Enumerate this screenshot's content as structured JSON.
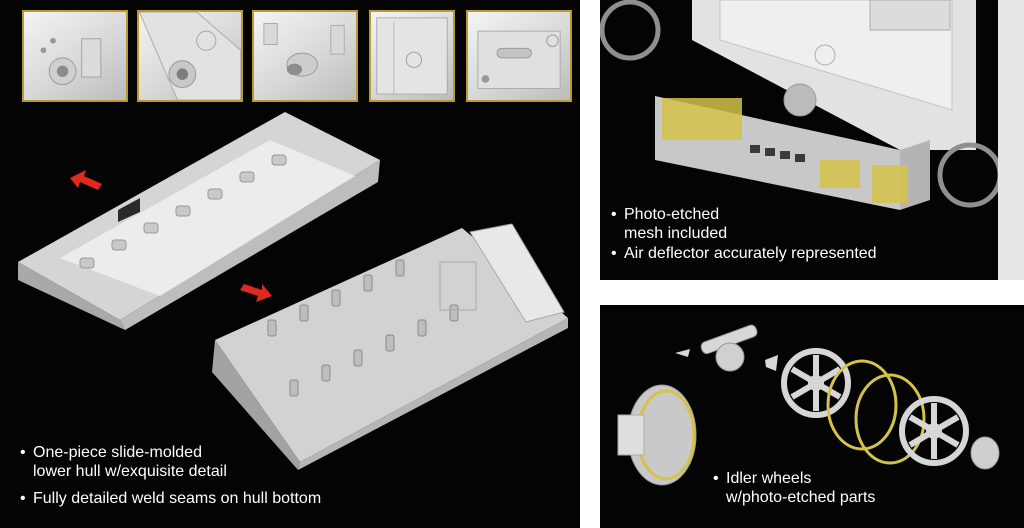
{
  "captions": {
    "hull_line1": "One-piece slide-molded",
    "hull_line2": "lower hull w/exquisite detail",
    "weld": "Fully detailed weld seams on hull bottom",
    "mesh_line1": "Photo-etched",
    "mesh_line2": "mesh included",
    "deflector": "Air deflector accurately represented",
    "idler_line1": "Idler wheels",
    "idler_line2": "w/photo-etched parts"
  },
  "colors": {
    "background": "#050404",
    "frame": "#b99a2a",
    "arrow": "#e02a1f",
    "caption_text": "#ffffff",
    "etched_mesh": "#d4c24a"
  }
}
